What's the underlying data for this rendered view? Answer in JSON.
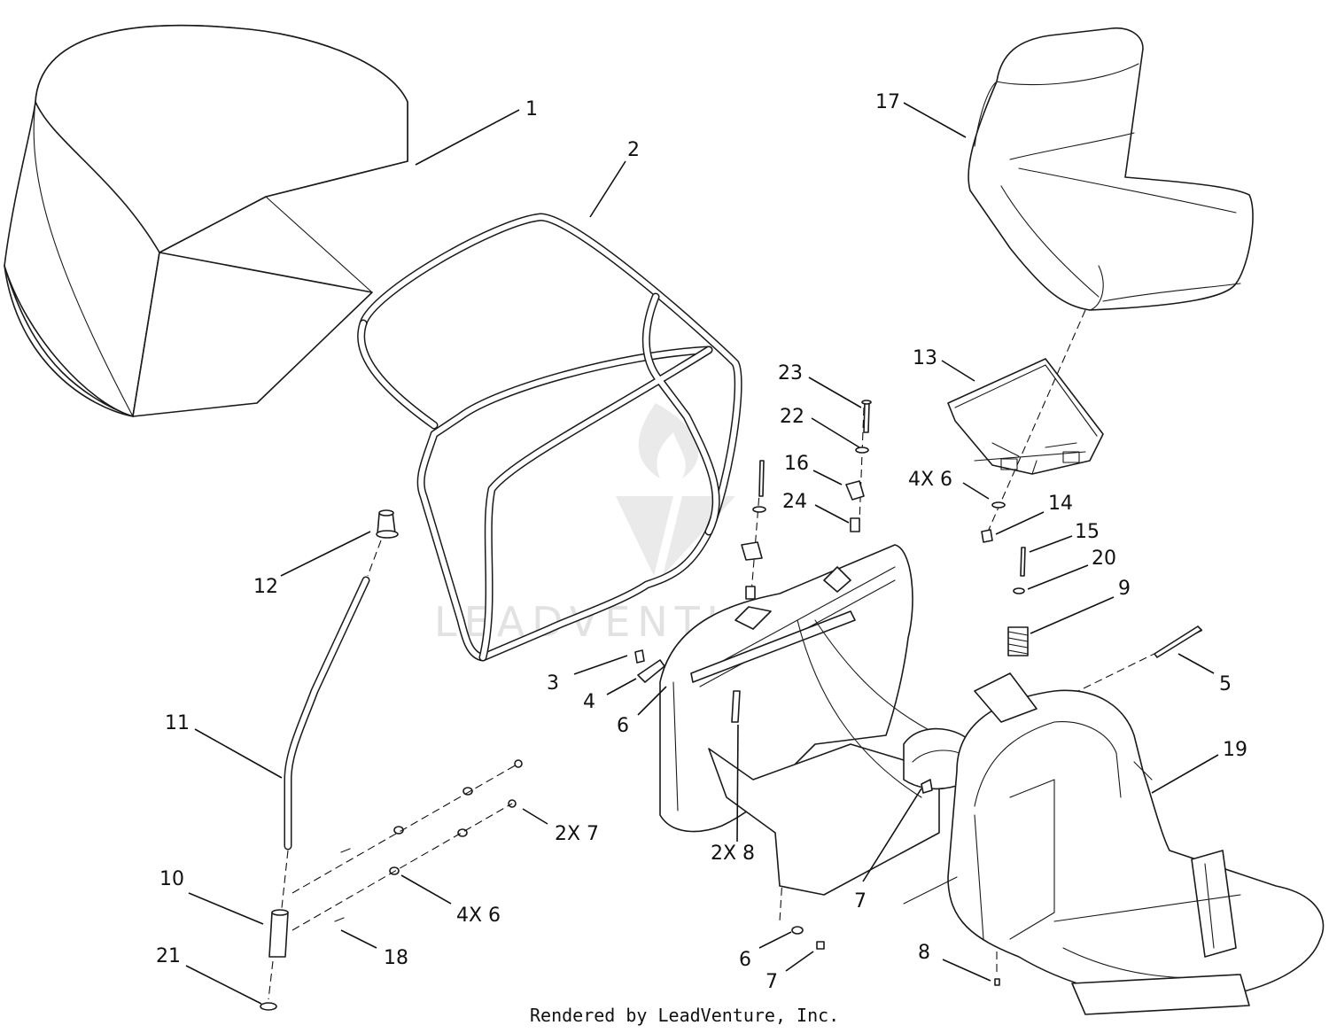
{
  "callouts": {
    "c1": "1",
    "c2": "2",
    "c3": "3",
    "c4": "4",
    "c5": "5",
    "c6a": "6",
    "c6b": "4X 6",
    "c6c": "4X 6",
    "c6d": "6",
    "c7a": "7",
    "c7b": "2X 7",
    "c7c": "7",
    "c8a": "2X 8",
    "c8b": "8",
    "c9": "9",
    "c10": "10",
    "c11": "11",
    "c12": "12",
    "c13": "13",
    "c14": "14",
    "c15": "15",
    "c16": "16",
    "c17": "17",
    "c18": "18",
    "c19": "19",
    "c20": "20",
    "c21": "21",
    "c22": "22",
    "c23": "23",
    "c24": "24"
  },
  "watermark": "LEADVENTURE",
  "footer": "Rendered by LeadVenture, Inc."
}
